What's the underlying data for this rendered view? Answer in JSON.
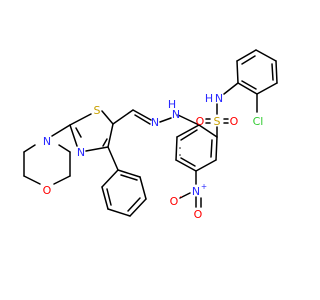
{
  "molecule": {
    "atoms": {
      "O_morph": "O",
      "N_morph": "N",
      "S_thz": "S",
      "N_thz": "N",
      "N_hz1": "N",
      "N_hz2": "N",
      "H_hz": "H",
      "N_amide": "N",
      "H_amide": "H",
      "Cl": "Cl",
      "S_sulf": "S",
      "O_sulf1": "O",
      "O_sulf2": "O",
      "N_nitro": "N",
      "N_nitro_charge": "+",
      "O_nitro_up": "O",
      "O_nitro_left": "O",
      "O_nitro_left_charge": "-"
    },
    "colors": {
      "carbon": "#000000",
      "nitrogen": "#2929ff",
      "oxygen": "#ff0000",
      "sulfur": "#c8a000",
      "chlorine": "#33cc33"
    }
  }
}
